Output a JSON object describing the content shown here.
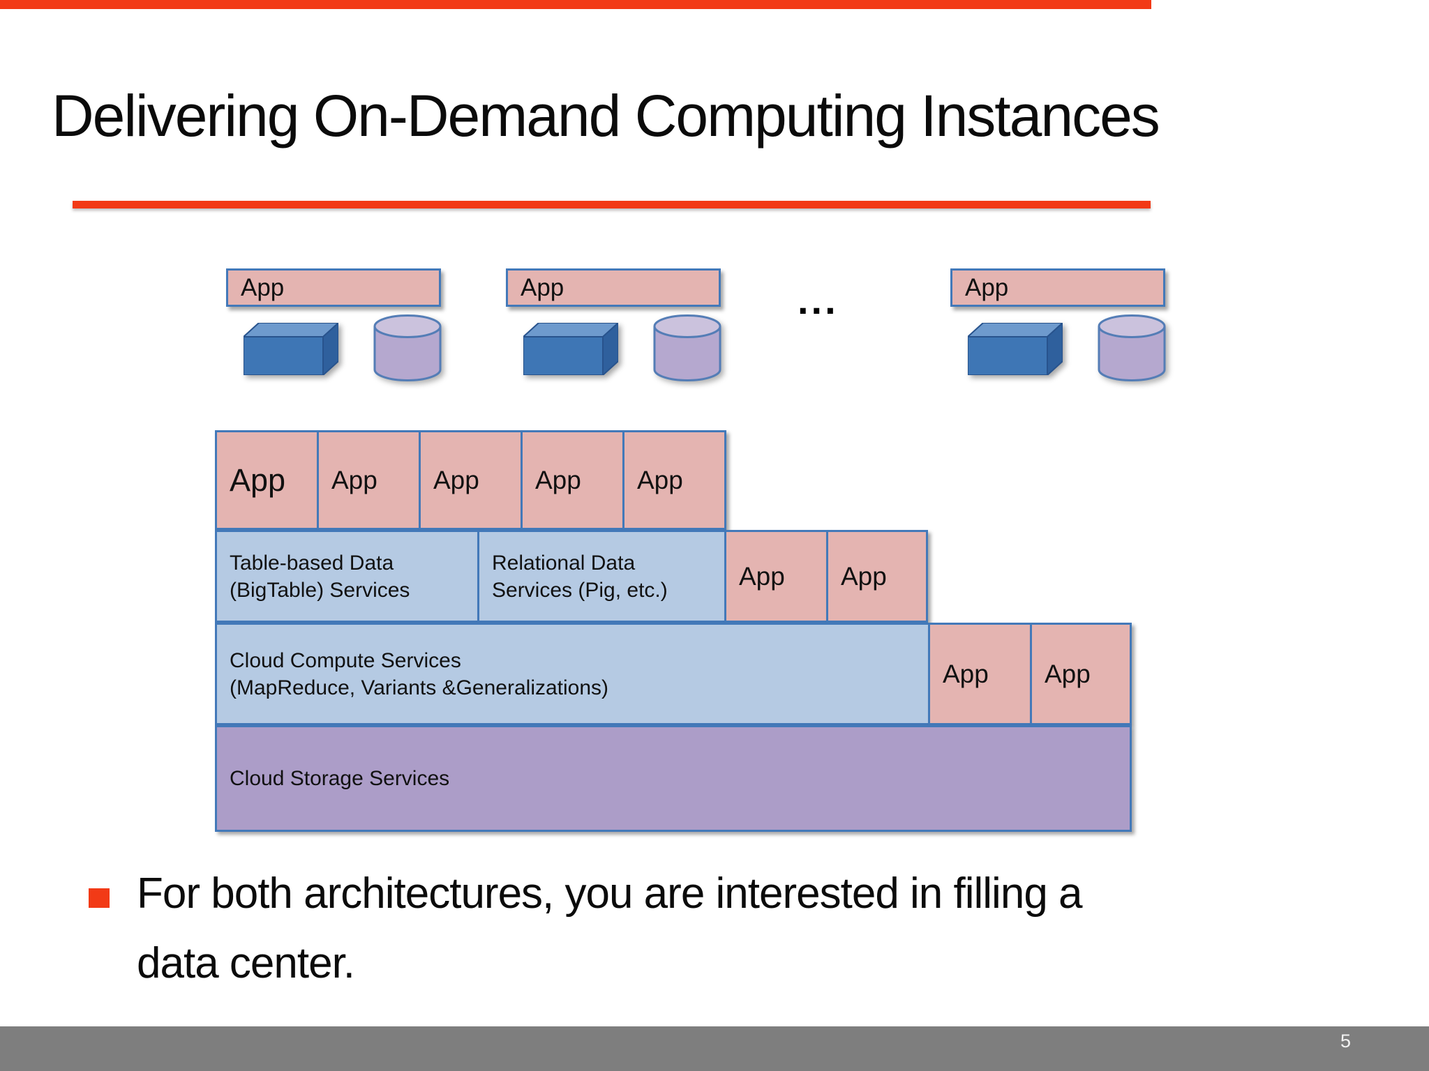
{
  "slide": {
    "title": "Delivering On-Demand Computing Instances",
    "page_number": "5"
  },
  "bullet": {
    "lines": [
      "For both architectures, you are interested in filling a",
      "data center."
    ]
  },
  "diagram": {
    "ellipsis": "...",
    "top_groups": [
      {
        "app_label": "App"
      },
      {
        "app_label": "App"
      },
      {
        "app_label": "App"
      }
    ],
    "stack": {
      "row1_apps": [
        "App",
        "App",
        "App",
        "App",
        "App"
      ],
      "row2": {
        "box1_line1": "Table-based Data",
        "box1_line2": "(BigTable) Services",
        "box2_line1": "Relational Data",
        "box2_line2": "Services (Pig, etc.)",
        "apps": [
          "App",
          "App"
        ]
      },
      "row3": {
        "box_line1": "Cloud Compute Services",
        "box_line2": "(MapReduce, Variants &Generalizations)",
        "apps": [
          "App",
          "App"
        ]
      },
      "row4": {
        "label": "Cloud Storage Services"
      }
    }
  },
  "colors": {
    "accent": "#F23A16",
    "pink": "#E4B4B1",
    "blue-fill": "#B5CAE3",
    "purple-fill": "#AC9DC8",
    "border-blue": "#4379B9",
    "footer": "#7E7E7E",
    "cube-front": "#3E76B5",
    "cube-top": "#6E9ACD",
    "cube-side": "#2F609D",
    "cylinder-body": "#B5A8CF",
    "cylinder-top": "#CBC2DD"
  }
}
